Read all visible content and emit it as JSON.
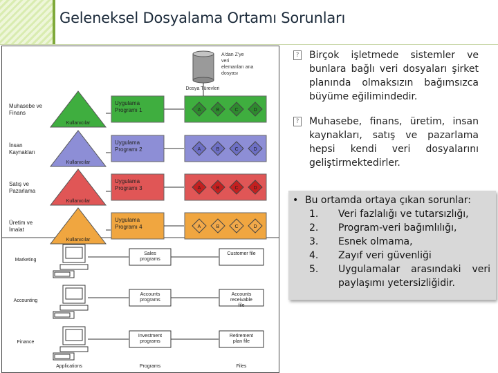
{
  "slide": {
    "title": "Geleneksel Dosyalama Ortamı Sorunları"
  },
  "figure_top": {
    "db_caption": "A'dan Z'ye veri elemanları ana dosyası",
    "db_label": "Dosya Türevleri",
    "rows": [
      {
        "dept": "Muhasebe ve Finans",
        "user": "Kullanıcılar",
        "program": "Uygulama Programı 1",
        "color": "#3fae3f",
        "file_color": "#2e8b2e"
      },
      {
        "dept": "İnsan Kaynakları",
        "user": "Kullanıcılar",
        "program": "Uygulama Programı 2",
        "color": "#8d8ed6",
        "file_color": "#6d6fc4"
      },
      {
        "dept": "Satış ve Pazarlama",
        "user": "Kullanıcılar",
        "program": "Uygulama Programı 3",
        "color": "#e05656",
        "file_color": "#c41f1f"
      },
      {
        "dept": "Üretim ve İmalat",
        "user": "Kullanıcılar",
        "program": "Uygulama Programı 4",
        "color": "#f0a640",
        "file_color": "#f2a94a"
      }
    ],
    "file_letters": [
      "A",
      "B",
      "C",
      "D"
    ]
  },
  "figure_bottom": {
    "rows": [
      {
        "dept": "Marketing",
        "program": "Sales programs",
        "file": "Customer file"
      },
      {
        "dept": "Accounting",
        "program": "Accounts programs",
        "file": "Accounts receivable file"
      },
      {
        "dept": "Finance",
        "program": "Investment programs",
        "file": "Retirement plan file"
      }
    ],
    "col_applications": "Applications",
    "col_programs": "Programs",
    "col_files": "Files"
  },
  "bullets": [
    "Birçok işletmede sistemler ve bunlara bağlı veri dosyaları şirket planında olmaksızın bağımsızca büyüme eğilimindedir.",
    "Muhasebe, finans, üretim, insan kaynakları, satış ve pazarlama hepsi kendi veri dosyalarını geliştirmektedirler."
  ],
  "problems": {
    "heading": "Bu ortamda ortaya çıkan sorunlar:",
    "items": [
      {
        "num": "1.",
        "text": "Veri fazlalığı ve tutarsızlığı,"
      },
      {
        "num": "2.",
        "text": "Program-veri bağımlılığı,"
      },
      {
        "num": "3.",
        "text": "Esnek olmama,"
      },
      {
        "num": "4.",
        "text": "Zayıf veri güvenliği"
      },
      {
        "num": "5.",
        "text": "Uygulamalar arasındaki veri paylaşımı yetersizliğidir."
      }
    ]
  }
}
